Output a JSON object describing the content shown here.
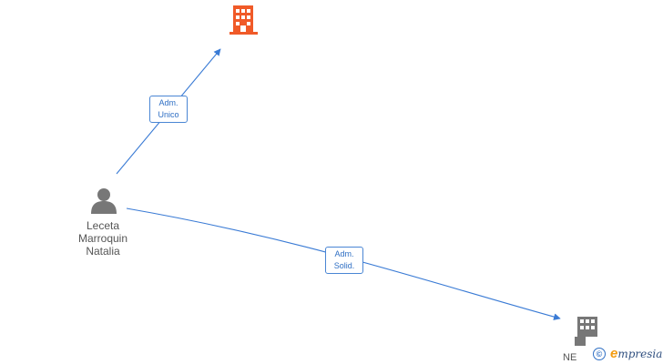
{
  "nodes": {
    "person": {
      "lines": [
        "Leceta",
        "Marroquin",
        "Natalia"
      ],
      "icon": "person-icon",
      "color": "#777777"
    },
    "company_top": {
      "icon": "building-icon",
      "color": "#f05a28"
    },
    "company_bottom": {
      "label": "NE",
      "icon": "building-icon",
      "color": "#777777"
    }
  },
  "edges": [
    {
      "name": "edge-adm-unico",
      "lines": [
        "Adm.",
        "Unico"
      ]
    },
    {
      "name": "edge-adm-solid",
      "lines": [
        "Adm.",
        "Solid."
      ]
    }
  ],
  "colors": {
    "edge": "#3a7bd5",
    "label_border": "#4a86d4",
    "label_text": "#2f6fc4"
  },
  "watermark": {
    "symbol": "©",
    "brand_first": "e",
    "brand_rest": "mpresia"
  }
}
